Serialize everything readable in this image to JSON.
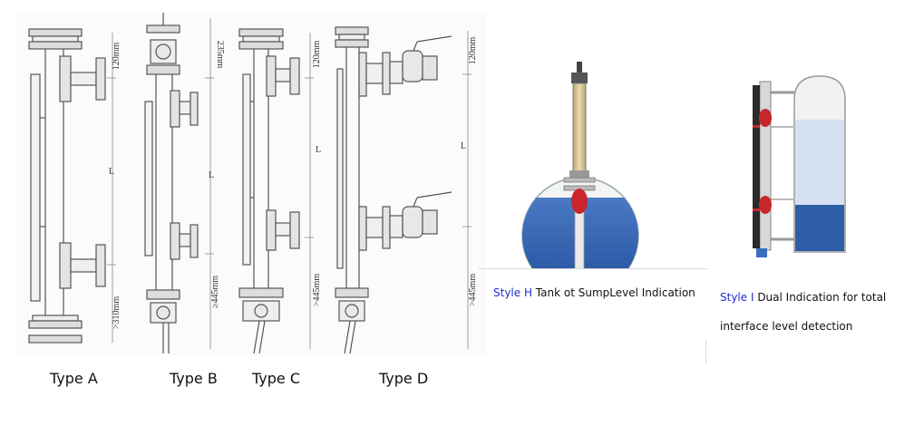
{
  "drawings": {
    "type_a": {
      "dim_top": "120mm",
      "dim_mid": "L",
      "dim_bottom": ">310mm"
    },
    "type_b": {
      "dim_top": "235mm",
      "dim_mid": "L",
      "dim_bottom": "≥445mm"
    },
    "type_c": {
      "dim_top": "120mm",
      "dim_mid": "L",
      "dim_bottom": ">445mm"
    },
    "type_d": {
      "dim_top": "120mm",
      "dim_mid": "L",
      "dim_bottom": ">445mm"
    }
  },
  "captions": {
    "type_a": "Type A",
    "type_b": "Type B",
    "type_c": "Type C",
    "type_d": "Type D"
  },
  "styles": {
    "h": {
      "letter": "Style H",
      "rest": " Tank ot SumpLevel Indication"
    },
    "i": {
      "letter": "Style I",
      "rest": " Dual Indication for total",
      "line2": "interface level detection"
    }
  },
  "colors": {
    "accent": "#1c2fd0",
    "liquid": "#2f5ea8",
    "liquid_light": "#d5e0f2",
    "float": "#c8262b",
    "sight_tube": "#d8c48a"
  }
}
